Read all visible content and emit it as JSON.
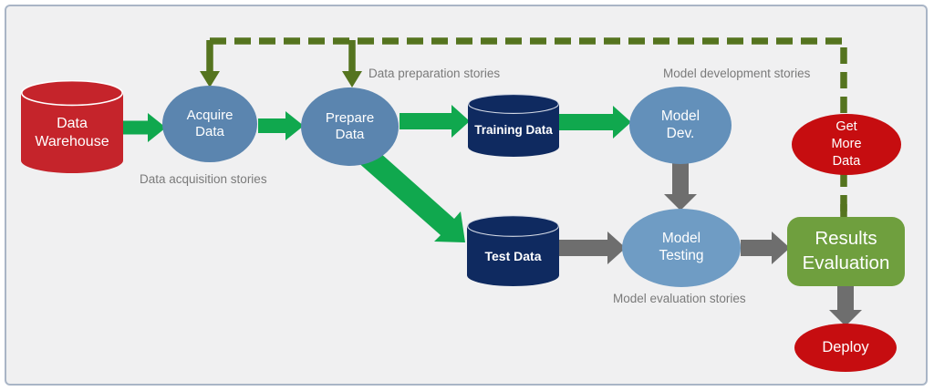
{
  "diagram": {
    "nodes": {
      "data_warehouse": {
        "label": "Data Warehouse",
        "shape": "cylinder",
        "color": "#c5242b"
      },
      "acquire_data": {
        "label": "Acquire Data",
        "shape": "ellipse",
        "color": "#5b85af"
      },
      "prepare_data": {
        "label": "Prepare Data",
        "shape": "ellipse",
        "color": "#5b85af"
      },
      "training_data": {
        "label": "Training Data",
        "shape": "cylinder",
        "color": "#0f2a60"
      },
      "model_dev": {
        "label": "Model Dev.",
        "shape": "ellipse",
        "color": "#6390ba"
      },
      "get_more_data": {
        "label": "Get More Data",
        "shape": "ellipse",
        "color": "#c60d10"
      },
      "test_data": {
        "label": "Test Data",
        "shape": "cylinder",
        "color": "#0f2a60"
      },
      "model_testing": {
        "label": "Model Testing",
        "shape": "ellipse",
        "color": "#6f9cc4"
      },
      "results_evaluation": {
        "label": "Results Evaluation",
        "shape": "rounded-rect",
        "color": "#6f9f3e"
      },
      "deploy": {
        "label": "Deploy",
        "shape": "ellipse",
        "color": "#c60d10"
      }
    },
    "annotations": {
      "acquisition": "Data acquisition stories",
      "preparation": "Data preparation stories",
      "development": "Model development stories",
      "evaluation": "Model evaluation stories"
    },
    "colors": {
      "flow_arrow_green": "#10a84e",
      "flow_arrow_gray": "#6e6e6e",
      "feedback_loop_olive": "#55741f",
      "panel_background": "#f0f0f1",
      "panel_border": "#a9b5c6",
      "annotation_text": "#7a7a7a"
    }
  }
}
